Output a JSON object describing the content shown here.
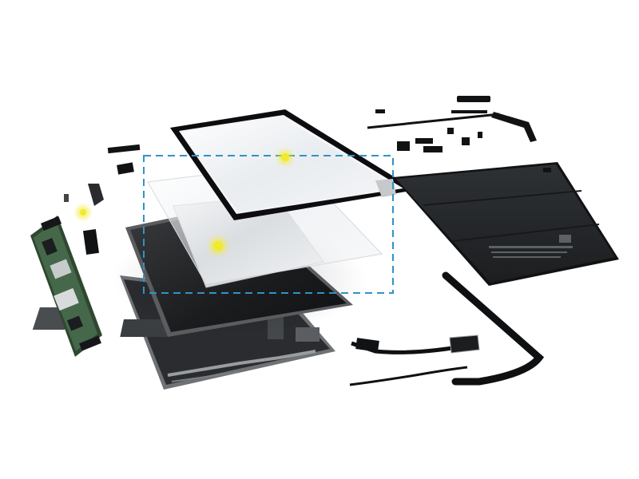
{
  "scene": {
    "background": "#ffffff",
    "board_green": "#3f5c3f",
    "panel_dark": "#1e1f21",
    "battery_dark": "#25282b",
    "frame_black": "#0d0d0f",
    "glass_tint": "#e9ecef",
    "chassis_gray": "#8a8d90",
    "hotspot_color": "#f2ea2a",
    "selection_color": "#2f94c5"
  },
  "hotspots": [
    {
      "name": "touch-glass-hotspot"
    },
    {
      "name": "display-panel-hotspot"
    },
    {
      "name": "camera-module-hotspot"
    }
  ],
  "selection": {
    "style": "dashed"
  }
}
